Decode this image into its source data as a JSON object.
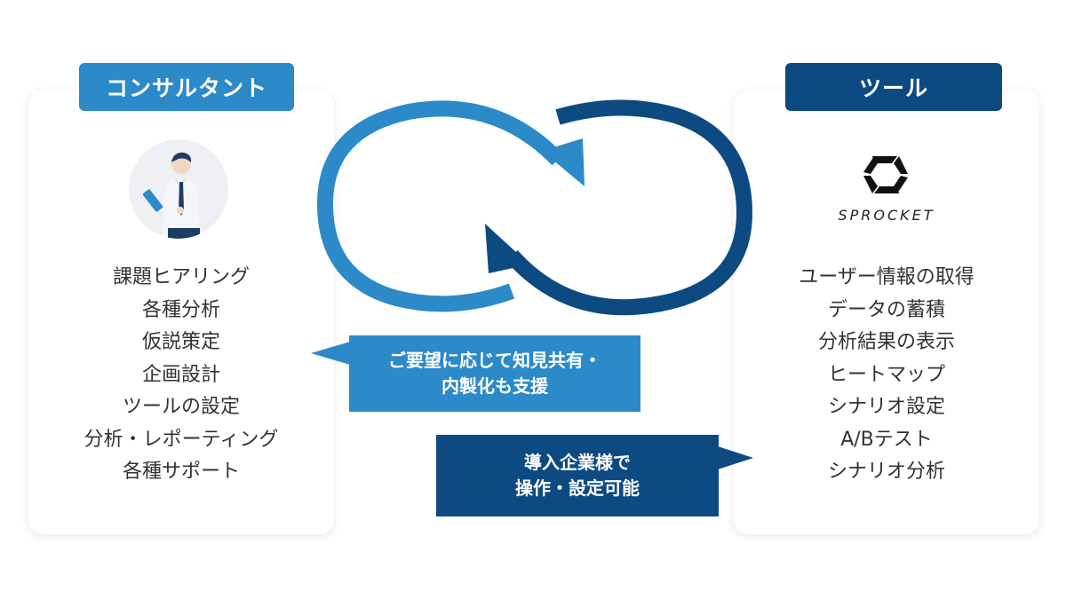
{
  "consultant": {
    "badge": "コンサルタント",
    "items": [
      "課題ヒアリング",
      "各種分析",
      "仮説策定",
      "企画設計",
      "ツールの設定",
      "分析・レポーティング",
      "各種サポート"
    ]
  },
  "tool": {
    "badge": "ツール",
    "logo_text": "SPROCKET",
    "items": [
      "ユーザー情報の取得",
      "データの蓄積",
      "分析結果の表示",
      "ヒートマップ",
      "シナリオ設定",
      "A/Bテスト",
      "シナリオ分析"
    ]
  },
  "callouts": {
    "to_consultant": [
      "ご要望に応じて知見共有・",
      "内製化も支援"
    ],
    "to_tool": [
      "導入企業様で",
      "操作・設定可能"
    ]
  },
  "colors": {
    "light_blue": "#2c8ac8",
    "dark_blue": "#0d4a82",
    "text": "#333333"
  },
  "icons": {
    "avatar": "consultant-avatar-icon",
    "logo": "sprocket-logo-icon",
    "cycle": "cycle-arrows-icon"
  }
}
